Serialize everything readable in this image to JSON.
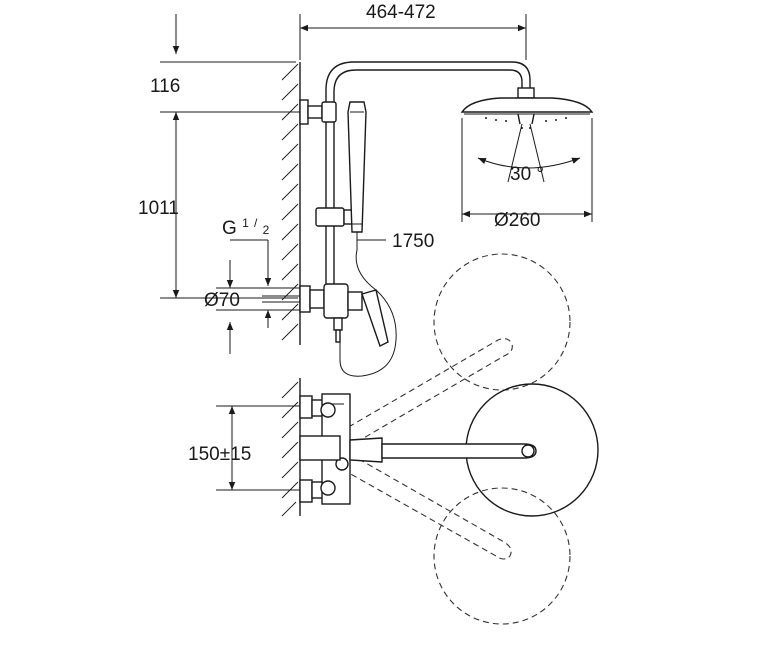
{
  "dimensions": {
    "arm_length": "464-472",
    "wall_offset": "116",
    "height": "1011",
    "thread": "G",
    "thread_num": "1",
    "thread_den": "2",
    "rosette_diameter": "Ø70",
    "hose_length": "1750",
    "spray_angle": "30 °",
    "head_diameter": "Ø260",
    "connection_spacing": "150±15"
  }
}
